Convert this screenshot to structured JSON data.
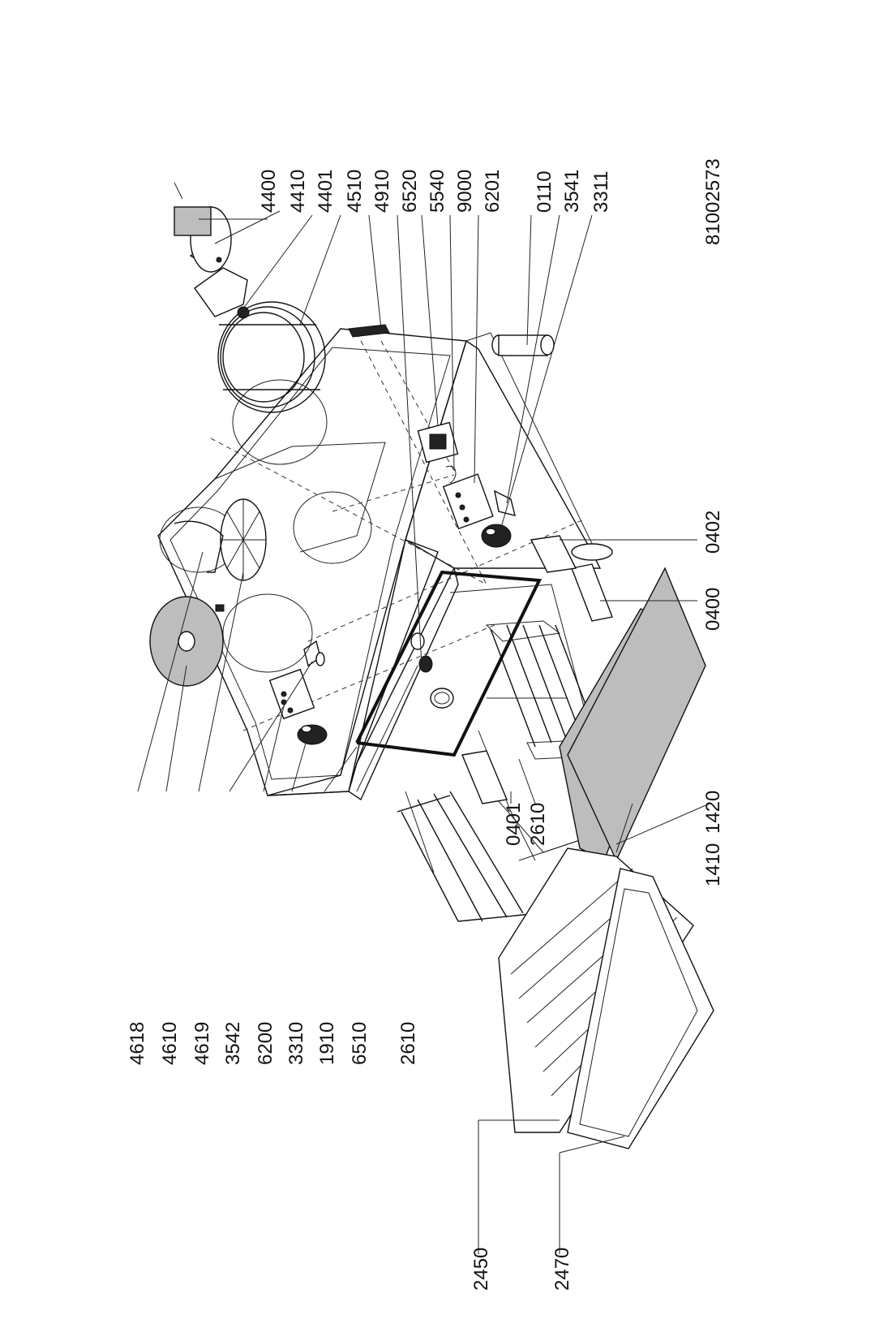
{
  "drawing_number": "81002573",
  "callouts": [
    {
      "id": "c4618",
      "label": "4618"
    },
    {
      "id": "c4610",
      "label": "4610"
    },
    {
      "id": "c4619",
      "label": "4619"
    },
    {
      "id": "c3542",
      "label": "3542"
    },
    {
      "id": "c6200",
      "label": "6200"
    },
    {
      "id": "c3310",
      "label": "3310"
    },
    {
      "id": "c1910",
      "label": "1910"
    },
    {
      "id": "c6510",
      "label": "6510"
    },
    {
      "id": "c2610a",
      "label": "2610"
    },
    {
      "id": "c2450",
      "label": "2450"
    },
    {
      "id": "c2470",
      "label": "2470"
    },
    {
      "id": "c0401",
      "label": "0401"
    },
    {
      "id": "c2610b",
      "label": "2610"
    },
    {
      "id": "c1410",
      "label": "1410"
    },
    {
      "id": "c1420",
      "label": "1420"
    },
    {
      "id": "c0400",
      "label": "0400"
    },
    {
      "id": "c0402",
      "label": "0402"
    },
    {
      "id": "c4400",
      "label": "4400"
    },
    {
      "id": "c4410",
      "label": "4410"
    },
    {
      "id": "c4401",
      "label": "4401"
    },
    {
      "id": "c4510",
      "label": "4510"
    },
    {
      "id": "c4910",
      "label": "4910"
    },
    {
      "id": "c6520",
      "label": "6520"
    },
    {
      "id": "c5540",
      "label": "5540"
    },
    {
      "id": "c9000",
      "label": "9000"
    },
    {
      "id": "c6201",
      "label": "6201"
    },
    {
      "id": "c0110",
      "label": "0110"
    },
    {
      "id": "c3541",
      "label": "3541"
    },
    {
      "id": "c3311",
      "label": "3311"
    }
  ]
}
